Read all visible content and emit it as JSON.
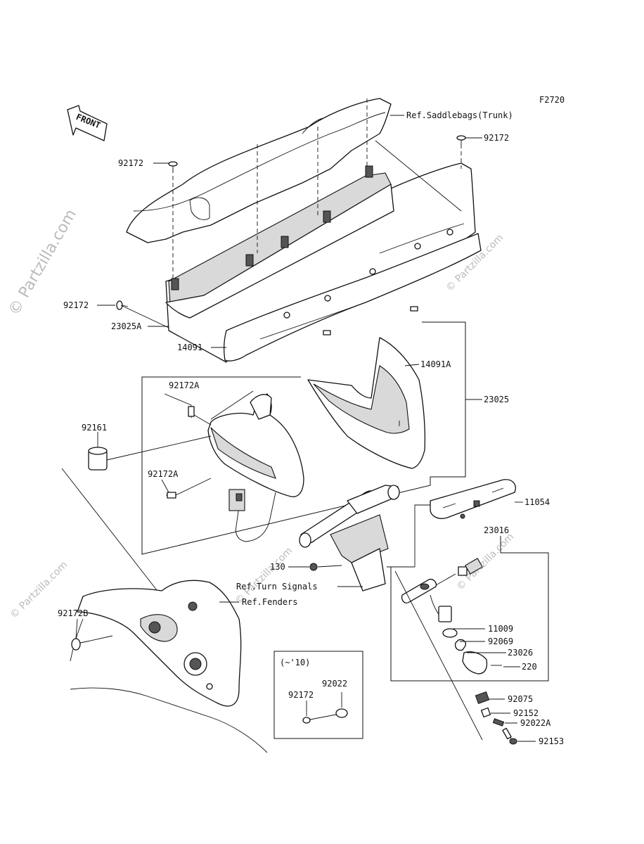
{
  "figure_code": "F2720",
  "front_arrow_label": "FRONT",
  "watermark": "© Partzilla.com",
  "inset_label": "(~'10)",
  "labels": {
    "saddlebags": "Ref.Saddlebags(Trunk)",
    "p92172_tr": "92172",
    "p92172_tl": "92172",
    "p92172_l": "92172",
    "p23025A": "23025A",
    "p14091": "14091",
    "p14091A": "14091A",
    "p23025": "23025",
    "p92172A_top": "92172A",
    "p92161": "92161",
    "p92172A_bot": "92172A",
    "p11054": "11054",
    "p23016": "23016",
    "p130": "130",
    "turn_signals": "Ref.Turn Signals",
    "fenders": "Ref.Fenders",
    "p92172B": "92172B",
    "p11009": "11009",
    "p92069": "92069",
    "p23026": "23026",
    "p220": "220",
    "p92022": "92022",
    "p92172_inset": "92172",
    "p92075": "92075",
    "p92152": "92152",
    "p92022A": "92022A",
    "p92153": "92153"
  }
}
